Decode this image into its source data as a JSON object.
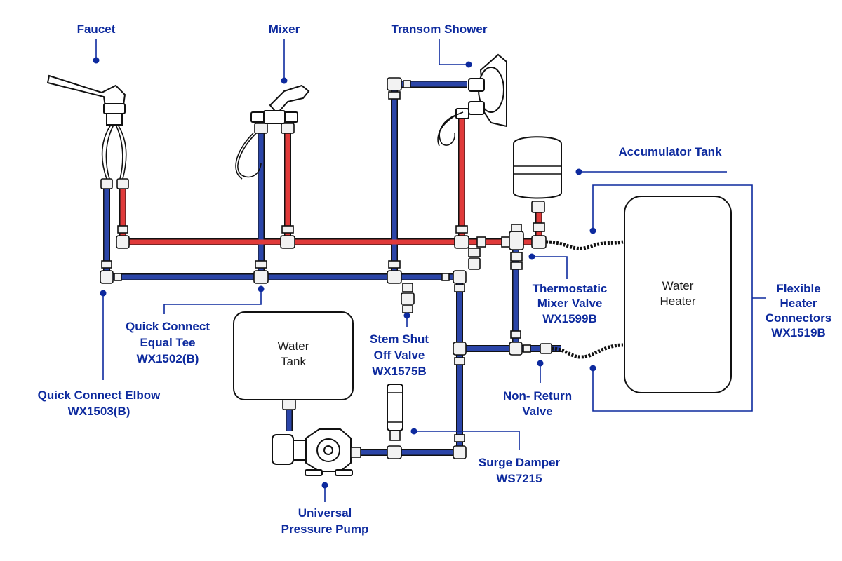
{
  "labels": {
    "faucet": "Faucet",
    "mixer": "Mixer",
    "transom_shower": "Transom Shower",
    "accumulator_tank": "Accumulator Tank",
    "water_heater_line1": "Water",
    "water_heater_line2": "Heater",
    "flexible_line1": "Flexible",
    "flexible_line2": "Heater",
    "flexible_line3": "Connectors",
    "flexible_code": "WX1519B",
    "thermostatic_line1": "Thermostatic",
    "thermostatic_line2": "Mixer Valve",
    "thermostatic_code": "WX1599B",
    "tee_line1": "Quick Connect",
    "tee_line2": "Equal Tee",
    "tee_code": "WX1502(B)",
    "stem_line1": "Stem Shut",
    "stem_line2": "Off Valve",
    "stem_code": "WX1575B",
    "water_tank_line1": "Water",
    "water_tank_line2": "Tank",
    "non_return_line1": "Non- Return",
    "non_return_line2": "Valve",
    "elbow_line1": "Quick Connect Elbow",
    "elbow_code": "WX1503(B)",
    "surge_line1": "Surge Damper",
    "surge_code": "WS7215",
    "pump_line1": "Universal",
    "pump_line2": "Pressure Pump"
  },
  "colors": {
    "label_blue": "#0d2a9e",
    "cold_pipe": "#2b45a8",
    "hot_pipe": "#e03a3a",
    "outline": "#111111"
  }
}
